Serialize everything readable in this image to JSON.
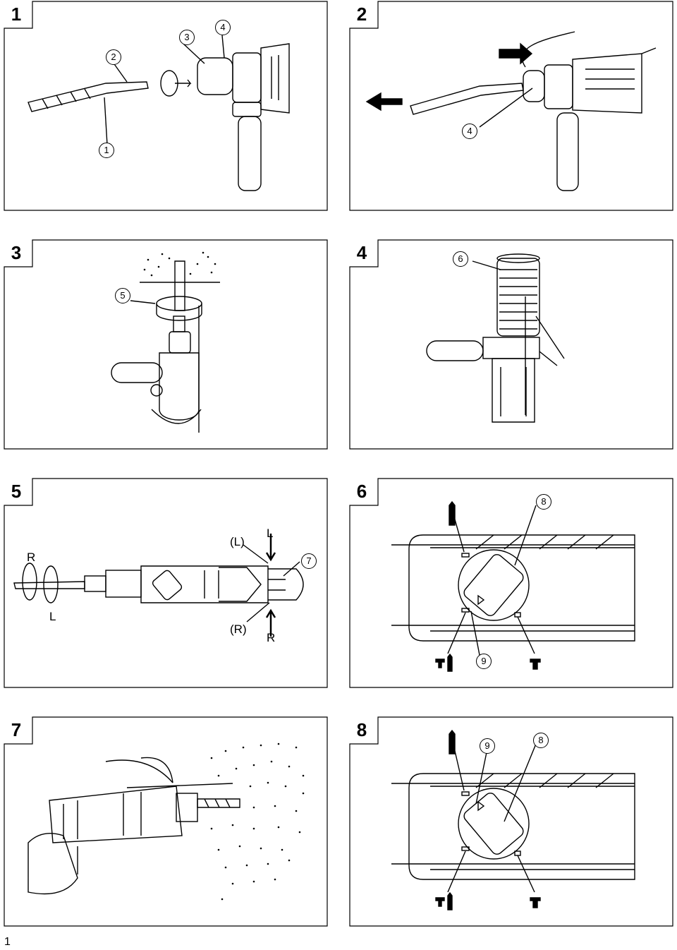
{
  "panels": [
    {
      "number": "1",
      "callouts": [
        "2",
        "3",
        "4",
        "1"
      ]
    },
    {
      "number": "2",
      "callouts": [
        "4"
      ]
    },
    {
      "number": "3",
      "callouts": [
        "5"
      ]
    },
    {
      "number": "4",
      "callouts": [
        "6"
      ]
    },
    {
      "number": "5",
      "callouts": [
        "7"
      ],
      "labels": {
        "r_top": "R",
        "l_bottom": "L",
        "l_paren": "(L)",
        "l_arrow": "L",
        "r_paren": "(R)",
        "r_arrow": "R"
      }
    },
    {
      "number": "6",
      "callouts": [
        "8",
        "9"
      ]
    },
    {
      "number": "7",
      "callouts": []
    },
    {
      "number": "8",
      "callouts": [
        "9",
        "8"
      ]
    }
  ],
  "page_number": "1"
}
